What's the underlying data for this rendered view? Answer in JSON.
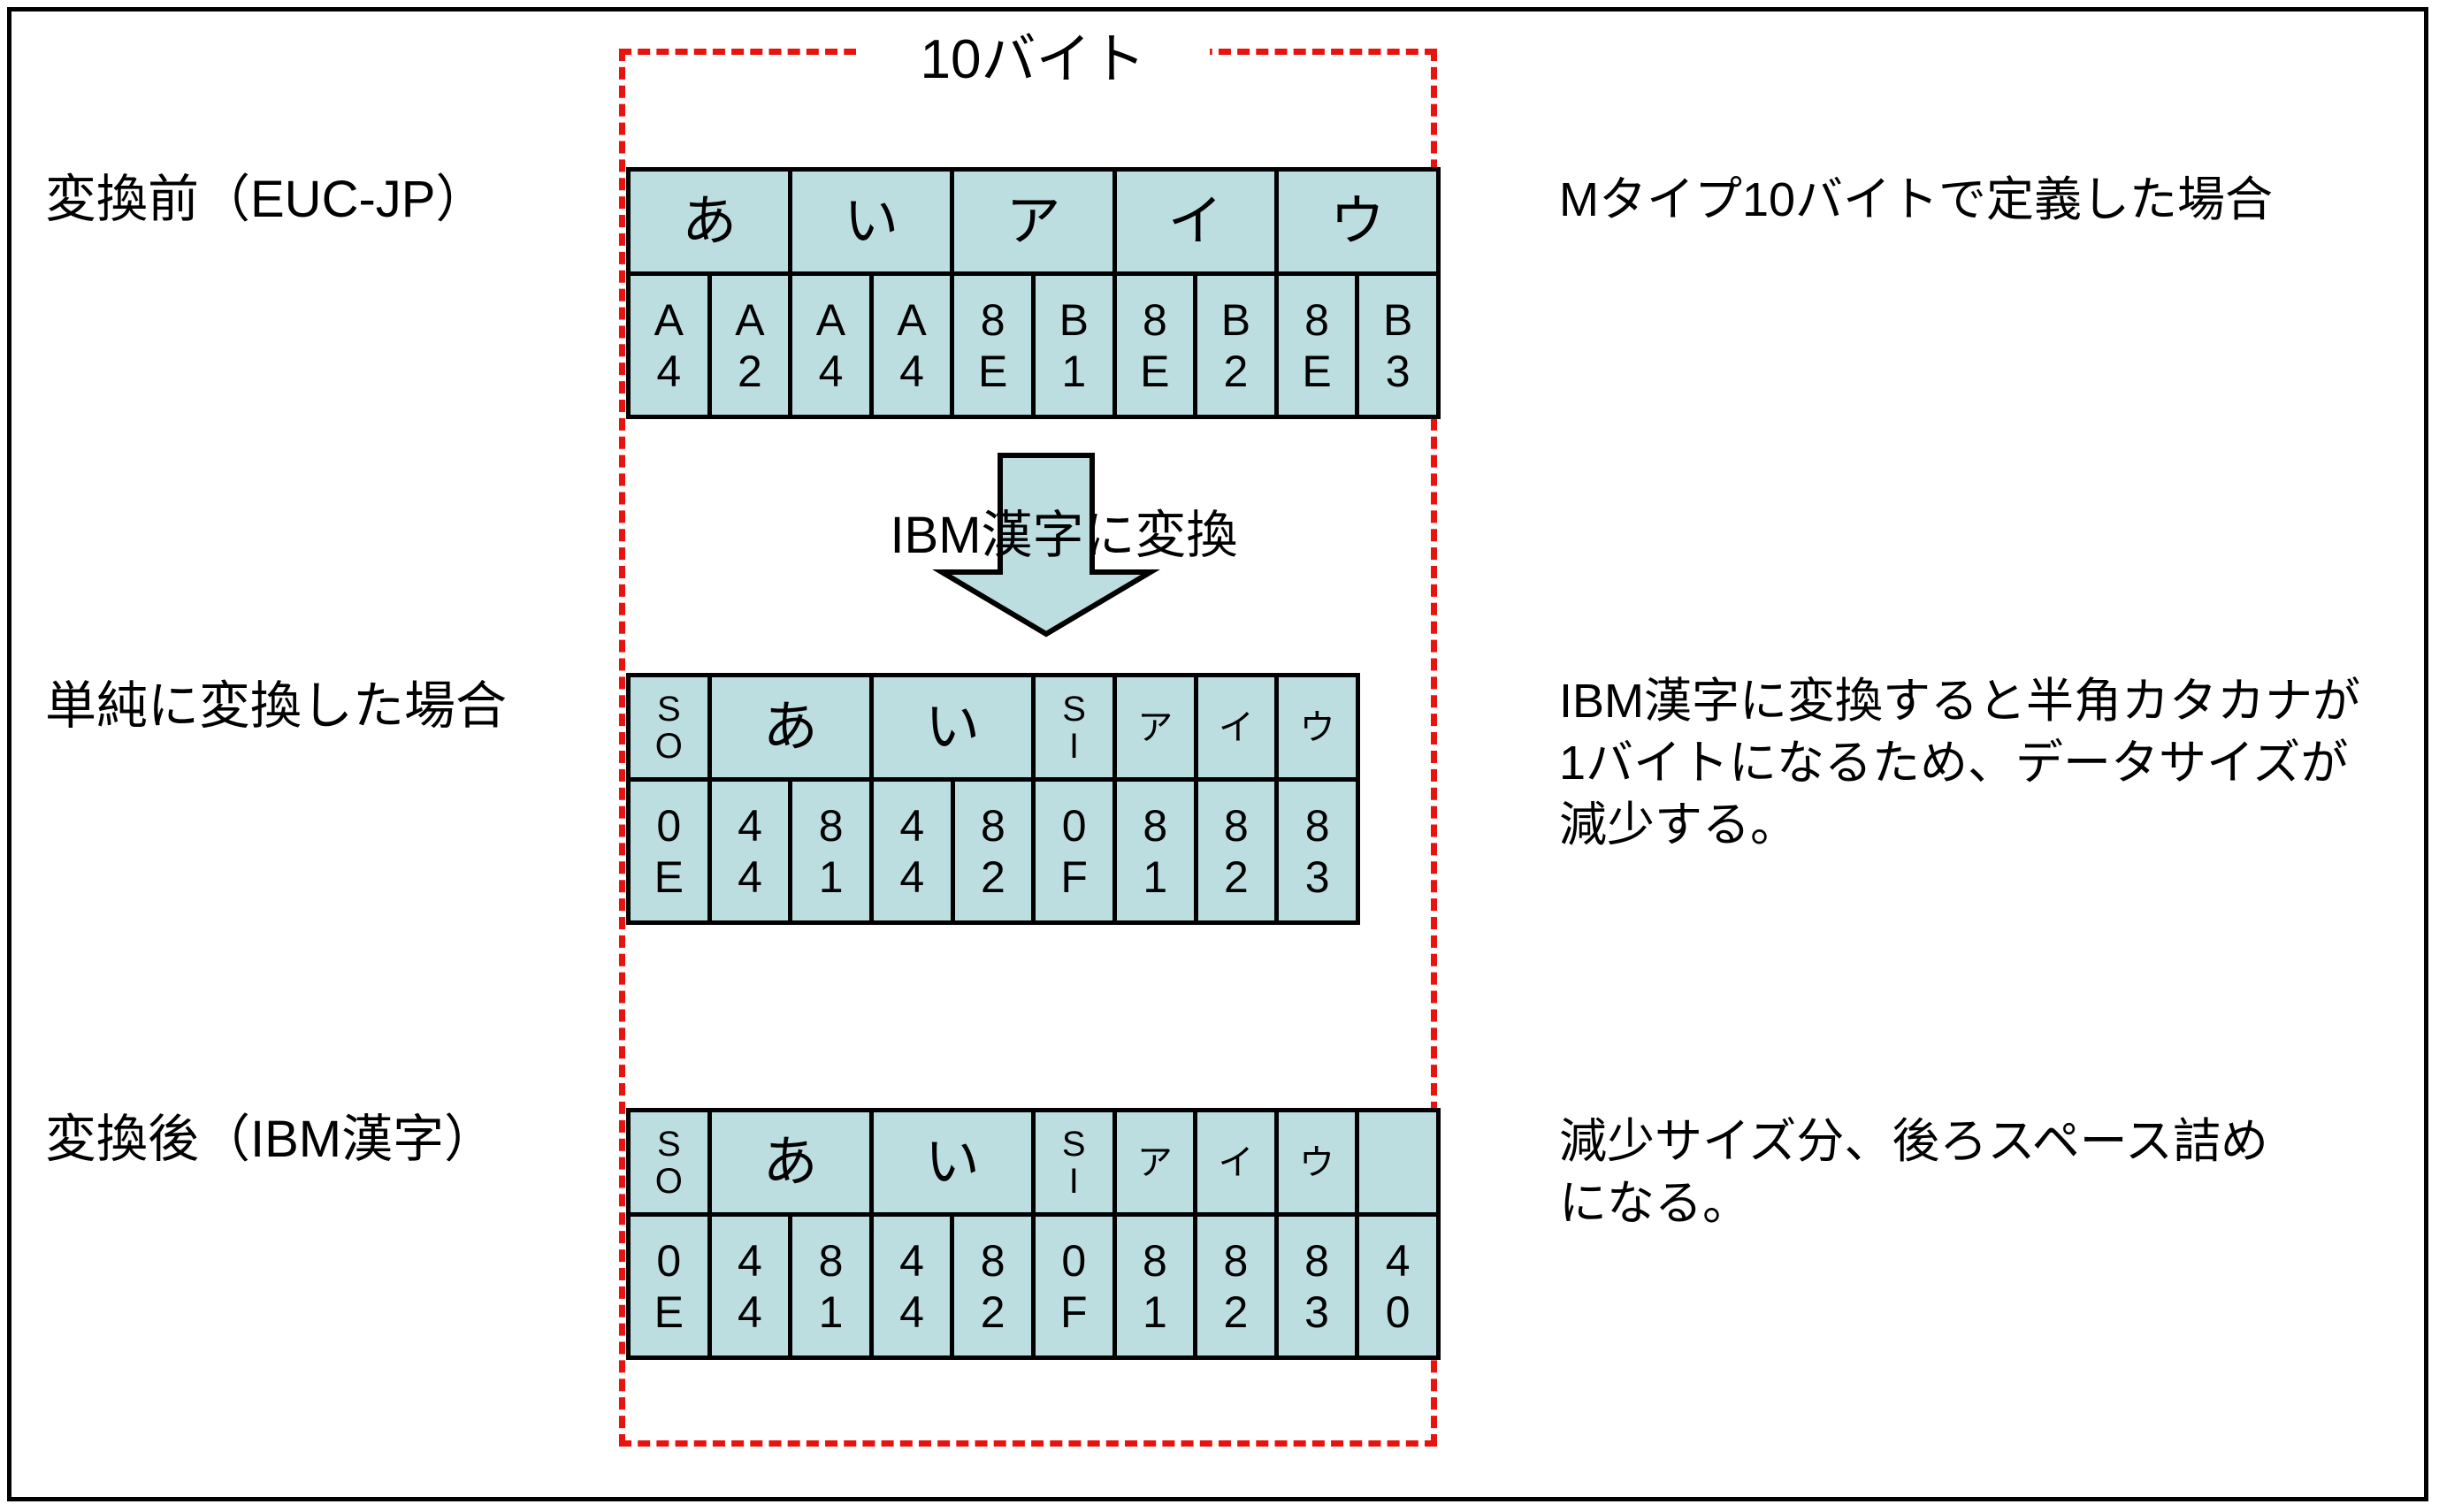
{
  "colors": {
    "cell_fill": "#bcdee1",
    "cell_border": "#000000",
    "span_dash": "#e8120e",
    "frame_border": "#000000",
    "arrow_fill": "#bcdee1"
  },
  "span": {
    "label": "10バイト"
  },
  "arrow": {
    "label": "IBM漢字に変換",
    "direction": "down"
  },
  "rows": [
    {
      "id": "before",
      "label": "変換前（EUC-JP）",
      "note": "Mタイプ10バイトで定義した場合",
      "byte_count": 10,
      "chars": [
        {
          "text": "あ",
          "span": 2,
          "style": "normal"
        },
        {
          "text": "い",
          "span": 2,
          "style": "normal"
        },
        {
          "text": "ア",
          "span": 2,
          "style": "normal"
        },
        {
          "text": "イ",
          "span": 2,
          "style": "normal"
        },
        {
          "text": "ウ",
          "span": 2,
          "style": "normal"
        }
      ],
      "bytes": [
        {
          "hi": "A",
          "lo": "4"
        },
        {
          "hi": "A",
          "lo": "2"
        },
        {
          "hi": "A",
          "lo": "4"
        },
        {
          "hi": "A",
          "lo": "4"
        },
        {
          "hi": "8",
          "lo": "E"
        },
        {
          "hi": "B",
          "lo": "1"
        },
        {
          "hi": "8",
          "lo": "E"
        },
        {
          "hi": "B",
          "lo": "2"
        },
        {
          "hi": "8",
          "lo": "E"
        },
        {
          "hi": "B",
          "lo": "3"
        }
      ]
    },
    {
      "id": "naive",
      "label": "単純に変換した場合",
      "note": "IBM漢字に変換すると半角カタカナが\n1バイトになるため、データサイズが\n減少する。",
      "byte_count": 9,
      "chars": [
        {
          "text": "SO",
          "span": 1,
          "style": "ctrl"
        },
        {
          "text": "あ",
          "span": 2,
          "style": "normal"
        },
        {
          "text": "い",
          "span": 2,
          "style": "normal"
        },
        {
          "text": "SI",
          "span": 1,
          "style": "ctrl"
        },
        {
          "text": "ア",
          "span": 1,
          "style": "small"
        },
        {
          "text": "イ",
          "span": 1,
          "style": "small"
        },
        {
          "text": "ウ",
          "span": 1,
          "style": "small"
        }
      ],
      "bytes": [
        {
          "hi": "0",
          "lo": "E"
        },
        {
          "hi": "4",
          "lo": "4"
        },
        {
          "hi": "8",
          "lo": "1"
        },
        {
          "hi": "4",
          "lo": "4"
        },
        {
          "hi": "8",
          "lo": "2"
        },
        {
          "hi": "0",
          "lo": "F"
        },
        {
          "hi": "8",
          "lo": "1"
        },
        {
          "hi": "8",
          "lo": "2"
        },
        {
          "hi": "8",
          "lo": "3"
        }
      ]
    },
    {
      "id": "after",
      "label": "変換後（IBM漢字）",
      "note": "減少サイズ分、後ろスペース詰め\nになる。",
      "byte_count": 10,
      "chars": [
        {
          "text": "SO",
          "span": 1,
          "style": "ctrl"
        },
        {
          "text": "あ",
          "span": 2,
          "style": "normal"
        },
        {
          "text": "い",
          "span": 2,
          "style": "normal"
        },
        {
          "text": "SI",
          "span": 1,
          "style": "ctrl"
        },
        {
          "text": "ア",
          "span": 1,
          "style": "small"
        },
        {
          "text": "イ",
          "span": 1,
          "style": "small"
        },
        {
          "text": "ウ",
          "span": 1,
          "style": "small"
        },
        {
          "text": "",
          "span": 1,
          "style": "normal"
        }
      ],
      "bytes": [
        {
          "hi": "0",
          "lo": "E"
        },
        {
          "hi": "4",
          "lo": "4"
        },
        {
          "hi": "8",
          "lo": "1"
        },
        {
          "hi": "4",
          "lo": "4"
        },
        {
          "hi": "8",
          "lo": "2"
        },
        {
          "hi": "0",
          "lo": "F"
        },
        {
          "hi": "8",
          "lo": "1"
        },
        {
          "hi": "8",
          "lo": "2"
        },
        {
          "hi": "8",
          "lo": "3"
        },
        {
          "hi": "4",
          "lo": "0"
        }
      ]
    }
  ]
}
